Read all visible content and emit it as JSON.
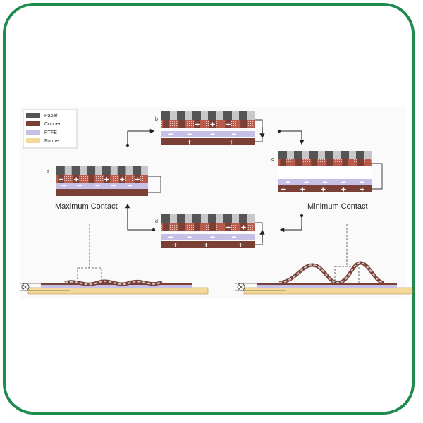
{
  "legend": {
    "items": [
      {
        "label": "Paper",
        "color": "#555555"
      },
      {
        "label": "Copper",
        "color": "#7a3f35"
      },
      {
        "label": "PTFE",
        "color": "#c6c0e6"
      },
      {
        "label": "Frame",
        "color": "#f5d99a"
      }
    ]
  },
  "panels": {
    "a": {
      "letter": "a"
    },
    "b": {
      "letter": "b"
    },
    "c": {
      "letter": "c"
    },
    "d": {
      "letter": "d"
    }
  },
  "states": {
    "maximum": "Maximum Contact",
    "minimum": "Minimum Contact"
  },
  "colors": {
    "border": "#1e8a4c",
    "paper_dark": "#555555",
    "paper_light": "#c8c8c8",
    "copper": "#7a3f35",
    "ptfe": "#c6c0e6",
    "frame": "#f5d99a"
  }
}
